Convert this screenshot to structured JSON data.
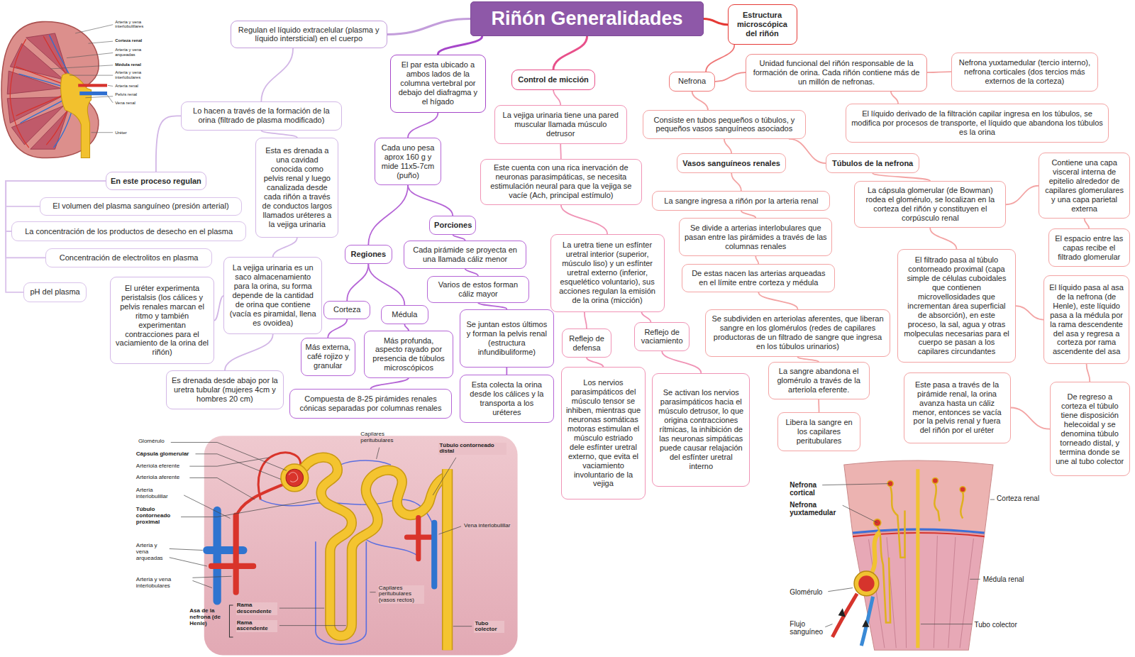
{
  "diagram": {
    "nodes": [
      {
        "text": [
          "Riñón Generalidades"
        ]
      },
      {
        "text": [
          "Regulan el líquido extracelular (plasma y líquido intersticial) en el cuerpo"
        ]
      },
      {
        "text": [
          "Lo hacen a través de la formación de la orina (filtrado de plasma modificado)"
        ]
      },
      {
        "text": [
          "En este proceso regulan"
        ]
      },
      {
        "text": [
          "El volumen del plasma sanguíneo (presión arterial)"
        ]
      },
      {
        "text": [
          "La concentración de los productos de desecho en el plasma"
        ]
      },
      {
        "text": [
          "Concentración de electrolitos en plasma"
        ]
      },
      {
        "text": [
          "pH del plasma"
        ]
      },
      {
        "text": [
          "Esta es drenada a una cavidad conocida como pelvis renal y luego canalizada desde cada riñón a través de conductos largos llamados uréteres a la vejiga urinaria"
        ]
      },
      {
        "text": [
          "La vejiga urinaria es un saco almacenamiento para la orina, su forma depende de la cantidad de orina que contiene (vacía es piramidal, llena es ovoidea)"
        ]
      },
      {
        "text": [
          "El uréter experimenta peristalsis (los cálices y pelvis renales marcan el ritmo y también experimentan contracciones para el vaciamiento de la orina del riñón)"
        ]
      },
      {
        "text": [
          "Es drenada desde abajo por la uretra tubular (mujeres 4cm y hombres 20 cm)"
        ]
      },
      {
        "text": [
          "El par esta ubicado a ambos lados de la columna vertebral por debajo del diafragma y el hígado"
        ]
      },
      {
        "text": [
          "Cada uno pesa aprox 160 g y mide 11x5-7cm (puño)"
        ]
      },
      {
        "text": [
          "Regiones"
        ]
      },
      {
        "text": [
          "Corteza"
        ]
      },
      {
        "text": [
          "Más externa, café rojizo y granular"
        ]
      },
      {
        "text": [
          "Médula"
        ]
      },
      {
        "text": [
          "Más profunda, aspecto rayado por presencia de túbulos microscópicos"
        ]
      },
      {
        "text": [
          "Compuesta de 8-25 pirámides renales cónicas separadas por columnas renales"
        ]
      },
      {
        "text": [
          "Porciones"
        ]
      },
      {
        "text": [
          "Cada pirámide se proyecta en una llamada cáliz menor"
        ]
      },
      {
        "text": [
          "Varios de estos forman cáliz mayor"
        ]
      },
      {
        "text": [
          "Se juntan estos últimos y forman la pelvis renal (estructura infundibuliforme)"
        ]
      },
      {
        "text": [
          "Esta colecta la orina desde los cálices y la transporta a los uréteres"
        ]
      },
      {
        "text": [
          "Control de micción"
        ]
      },
      {
        "text": [
          "La vejiga urinaria tiene una pared muscular llamada músculo detrusor"
        ]
      },
      {
        "text": [
          "Este cuenta con una rica inervación de neuronas parasimpáticas, se necesita estimulación neural para que la vejiga se vacíe (Ach, principal estímulo)"
        ]
      },
      {
        "text": [
          "La uretra tiene un esfínter uretral interior (superior, músculo liso) y un esfínter uretral externo (inferior, esquelético voluntario), sus acciones regulan la emisión de la orina (micción)"
        ]
      },
      {
        "text": [
          "Reflejo de defensa"
        ]
      },
      {
        "text": [
          "Los nervios parasimpáticos del músculo tensor se inhiben, mientras que neuronas somáticas motoras estimulan el músculo estriado dele esfínter uretral externo, que evita el vaciamiento involuntario de la vejiga"
        ]
      },
      {
        "text": [
          "Reflejo de vaciamiento"
        ]
      },
      {
        "text": [
          "Se activan los nervios parasimpáticos hacia el músculo detrusor, lo que origina contracciones rítmicas, la inhibición de las neuronas simpáticas puede causar relajación del esfínter uretral interno"
        ]
      },
      {
        "text": [
          "Estructura microscópica del riñón"
        ]
      },
      {
        "text": [
          "Nefrona"
        ]
      },
      {
        "text": [
          "Unidad funcional del riñón responsable de la formación de orina. Cada riñón contiene más de un millón de nefronas."
        ]
      },
      {
        "text": [
          "Nefrona yuxtamedular (tercio interno), nefrona corticales (dos tercios más externos de la corteza)"
        ]
      },
      {
        "text": [
          "El líquido derivado de la filtración capilar ingresa en los túbulos, se modifica por procesos de transporte, el líquido que abandona los túbulos es la orina"
        ]
      },
      {
        "text": [
          "Consiste en tubos pequeños o túbulos, y pequeños vasos sanguíneos asociados"
        ]
      },
      {
        "text": [
          "Vasos sanguíneos renales"
        ]
      },
      {
        "text": [
          "La sangre ingresa a riñón por la arteria renal"
        ]
      },
      {
        "text": [
          "Se divide a arterias interlobulares que pasan entre las pirámides a través de las columnas renales"
        ]
      },
      {
        "text": [
          "De estas nacen las arterias arqueadas en el límite entre corteza y médula"
        ]
      },
      {
        "text": [
          "Se subdividen en arteriolas aferentes, que liberan sangre en los glomérulos (redes de capilares productoras de un filtrado de sangre que ingresa en los túbulos urinarios)"
        ]
      },
      {
        "text": [
          "La sangre abandona el glomérulo a través de la arteriola eferente."
        ]
      },
      {
        "text": [
          "Libera la sangre en los capilares peritubulares"
        ]
      },
      {
        "text": [
          "Túbulos de la nefrona"
        ]
      },
      {
        "text": [
          "La cápsula glomerular (de Bowman) rodea el glomérulo, se localizan en la corteza del riñón y constituyen el corpúsculo renal"
        ]
      },
      {
        "text": [
          "Contiene una capa visceral interna de epitelio alrededor de capilares glomerulares y una capa parietal externa"
        ]
      },
      {
        "text": [
          "El espacio entre las capas recibe el filtrado glomerular"
        ]
      },
      {
        "text": [
          "El filtrado pasa al túbulo contorneado proximal (capa simple de células cuboidales que contienen microvellosidades que incrementan área superficial de absorción), en este proceso, la sal, agua y otras molpeculas necesarias para el cuerpo se pasan a los capilares circundantes"
        ]
      },
      {
        "text": [
          "El líquido pasa al asa de la nefrona (de Henle), este líquido pasa a la médula por la rama descendente del asa y regresa a corteza por rama ascendente del asa"
        ]
      },
      {
        "text": [
          "Este pasa a través de la pirámide renal, la orina avanza hasta un cáliz menor, entonces se vacía por la pelvis renal y fuera del riñón por el uréter"
        ]
      },
      {
        "text": [
          "De regreso a corteza el túbulo tiene disposición helecoidal y se denomina túbulo torneado distal, y termina donde se une al tubo colector"
        ]
      }
    ],
    "edges": [
      {
        "from": 0,
        "to": 1,
        "arrow": "none"
      },
      {
        "from": 1,
        "to": 2,
        "arrow": "none"
      },
      {
        "from": 2,
        "to": 3,
        "arrow": "none"
      },
      {
        "from": 3,
        "to": 4,
        "arrow": "none"
      },
      {
        "from": 3,
        "to": 5,
        "arrow": "none"
      },
      {
        "from": 3,
        "to": 6,
        "arrow": "none"
      },
      {
        "from": 3,
        "to": 7,
        "arrow": "none"
      },
      {
        "from": 2,
        "to": 8,
        "arrow": "none"
      },
      {
        "from": 8,
        "to": 9,
        "arrow": "none"
      },
      {
        "from": 9,
        "to": 10,
        "arrow": "none"
      },
      {
        "from": 9,
        "to": 11,
        "arrow": "none"
      },
      {
        "from": 0,
        "to": 12,
        "arrow": "none"
      },
      {
        "from": 12,
        "to": 13,
        "arrow": "none"
      },
      {
        "from": 13,
        "to": 14,
        "arrow": "none"
      },
      {
        "from": 13,
        "to": 20,
        "arrow": "none"
      },
      {
        "from": 14,
        "to": 15,
        "arrow": "none"
      },
      {
        "from": 14,
        "to": 17,
        "arrow": "none"
      },
      {
        "from": 15,
        "to": 16,
        "arrow": "none"
      },
      {
        "from": 17,
        "to": 18,
        "arrow": "none"
      },
      {
        "from": 18,
        "to": 19,
        "arrow": "none"
      },
      {
        "from": 20,
        "to": 21,
        "arrow": "none"
      },
      {
        "from": 21,
        "to": 22,
        "arrow": "none"
      },
      {
        "from": 22,
        "to": 23,
        "arrow": "none"
      },
      {
        "from": 23,
        "to": 24,
        "arrow": "none"
      },
      {
        "from": 0,
        "to": 25,
        "arrow": "none"
      },
      {
        "from": 25,
        "to": 26,
        "arrow": "none"
      },
      {
        "from": 26,
        "to": 27,
        "arrow": "none"
      },
      {
        "from": 27,
        "to": 28,
        "arrow": "none"
      },
      {
        "from": 28,
        "to": 29,
        "arrow": "none"
      },
      {
        "from": 28,
        "to": 31,
        "arrow": "none"
      },
      {
        "from": 29,
        "to": 30,
        "arrow": "none"
      },
      {
        "from": 31,
        "to": 32,
        "arrow": "none"
      },
      {
        "from": 0,
        "to": 33,
        "arrow": "none"
      },
      {
        "from": 33,
        "to": 34,
        "arrow": "none"
      },
      {
        "from": 34,
        "to": 35,
        "arrow": "none"
      },
      {
        "from": 35,
        "to": 36,
        "arrow": "none"
      },
      {
        "from": 35,
        "to": 37,
        "arrow": "none"
      },
      {
        "from": 34,
        "to": 38,
        "arrow": "none"
      },
      {
        "from": 38,
        "to": 39,
        "arrow": "none"
      },
      {
        "from": 38,
        "to": 46,
        "arrow": "none"
      },
      {
        "from": 39,
        "to": 40,
        "arrow": "none"
      },
      {
        "from": 40,
        "to": 41,
        "arrow": "none"
      },
      {
        "from": 41,
        "to": 42,
        "arrow": "none"
      },
      {
        "from": 42,
        "to": 43,
        "arrow": "none"
      },
      {
        "from": 43,
        "to": 44,
        "arrow": "none"
      },
      {
        "from": 44,
        "to": 45,
        "arrow": "none"
      },
      {
        "from": 46,
        "to": 47,
        "arrow": "none"
      },
      {
        "from": 47,
        "to": 48,
        "arrow": "none"
      },
      {
        "from": 48,
        "to": 49,
        "arrow": "none"
      },
      {
        "from": 47,
        "to": 50,
        "arrow": "none"
      },
      {
        "from": 50,
        "to": 51,
        "arrow": "none"
      },
      {
        "from": 51,
        "to": 53,
        "arrow": "none"
      },
      {
        "from": 53,
        "to": 52,
        "arrow": "none"
      }
    ],
    "labels": [
      "Arteria y vena interlobulillares",
      "Corteza renal",
      "Arteria y vena arqueadas",
      "Médula renal",
      "Arteria y vena interlobulares",
      "Arteria renal",
      "Pelvis renal",
      "Vena renal",
      "Uréter",
      "Glomérulo",
      "Cápsula glomerular",
      "Arteriola eferente",
      "Arteriola aferente",
      "Arteria interlobulillar",
      "Túbulo contorneado proximal",
      "Arteria y vena arqueadas",
      "Arteria y vena interlobulares",
      "Asa de la nefrona (de Henle)",
      "Rama descendente",
      "Rama ascendente",
      "Capilares peritubulares",
      "Túbulo contorneado distal",
      "Vena interlobulillar",
      "Capilares peritubulares (vasos rectos)",
      "Tubo colector",
      "Nefrona cortical",
      "Nefrona yuxtamedular",
      "Corteza renal",
      "Glomérulo",
      "Médula renal",
      "Flujo sanguíneo",
      "Tubo colector"
    ]
  }
}
